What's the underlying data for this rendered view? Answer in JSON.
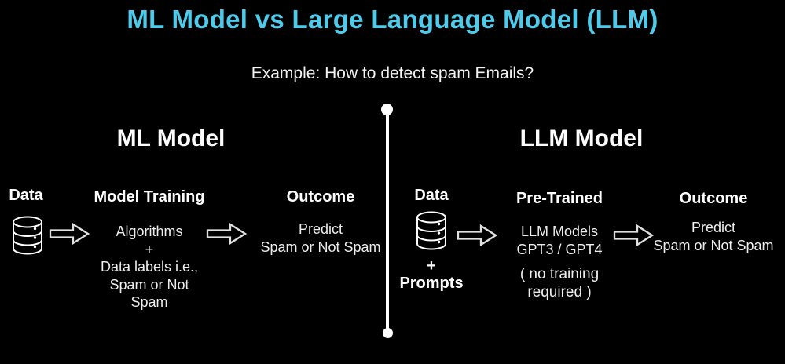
{
  "page": {
    "title": "ML Model vs Large Language Model (LLM)",
    "subtitle": "Example: How to detect spam Emails?",
    "colors": {
      "background": "#000000",
      "title_accent": "#4ECBEA",
      "text": "#FFFFFF",
      "divider": "#FFFFFF",
      "arrow_outline": "#E0E0E0"
    },
    "icons": {
      "data_source": "database-cylinder-icon",
      "flow": "block-arrow-right-icon",
      "divider": "vertical-line-with-end-dots"
    }
  },
  "left": {
    "heading": "ML Model",
    "data": {
      "label": "Data"
    },
    "training": {
      "label": "Model Training",
      "lines": [
        "Algorithms",
        "+",
        "Data labels i.e.,",
        "Spam or Not",
        "Spam"
      ]
    },
    "outcome": {
      "label": "Outcome",
      "lines": [
        "Predict",
        "Spam or Not Spam"
      ]
    }
  },
  "right": {
    "heading": "LLM Model",
    "data": {
      "label": "Data",
      "plus": "+",
      "sublabel": "Prompts"
    },
    "pretrained": {
      "label": "Pre-Trained",
      "lines": [
        "LLM Models",
        "GPT3 / GPT4"
      ],
      "note_lines": [
        "( no training",
        "required )"
      ]
    },
    "outcome": {
      "label": "Outcome",
      "lines": [
        "Predict",
        "Spam or Not Spam"
      ]
    }
  }
}
